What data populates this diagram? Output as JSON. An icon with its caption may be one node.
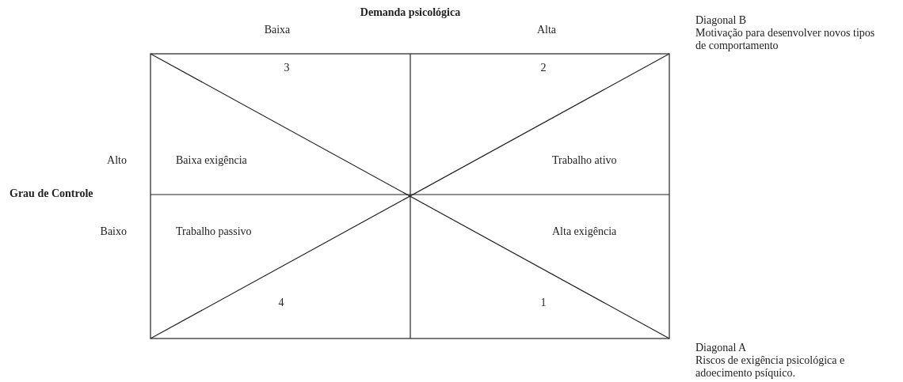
{
  "diagram": {
    "labels": [
      "Demanda psicológica",
      "Diagonal B",
      "Motivação para desenvolver novos tipos de comportamento",
      "Baixa",
      "Alta",
      "3",
      "2",
      "Alto",
      "Baixa exigência",
      "Trabalho ativo",
      "Grau de Controle",
      "Baixo",
      "Trabalho passivo",
      "Alta exigência",
      "4",
      "1",
      "Diagonal A",
      "Riscos de exigência psicológica e adoecimento psíquico."
    ]
  }
}
